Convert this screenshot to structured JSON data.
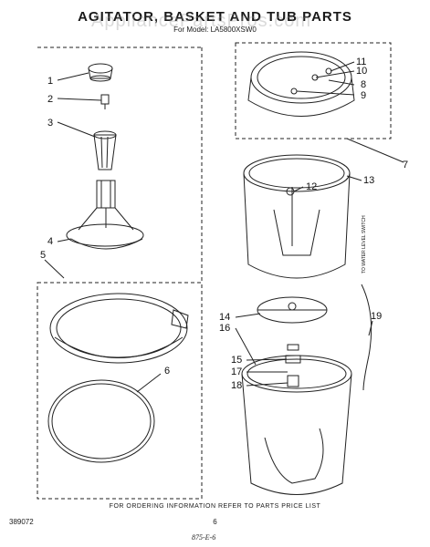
{
  "title": "AGITATOR, BASKET AND TUB PARTS",
  "model": "For Model: LA5800XSW0",
  "watermark": "AppliancePartsPros.com",
  "footer_note": "FOR ORDERING INFORMATION REFER TO PARTS PRICE LIST",
  "doc_number": "389072",
  "page_number": "6",
  "handwritten_code": "875-E-6",
  "side_note": "TO WATER LEVEL SWITCH",
  "callouts": [
    "1",
    "2",
    "3",
    "4",
    "5",
    "6",
    "7",
    "8",
    "9",
    "10",
    "11",
    "12",
    "13",
    "14",
    "15",
    "16",
    "17",
    "18",
    "19"
  ]
}
